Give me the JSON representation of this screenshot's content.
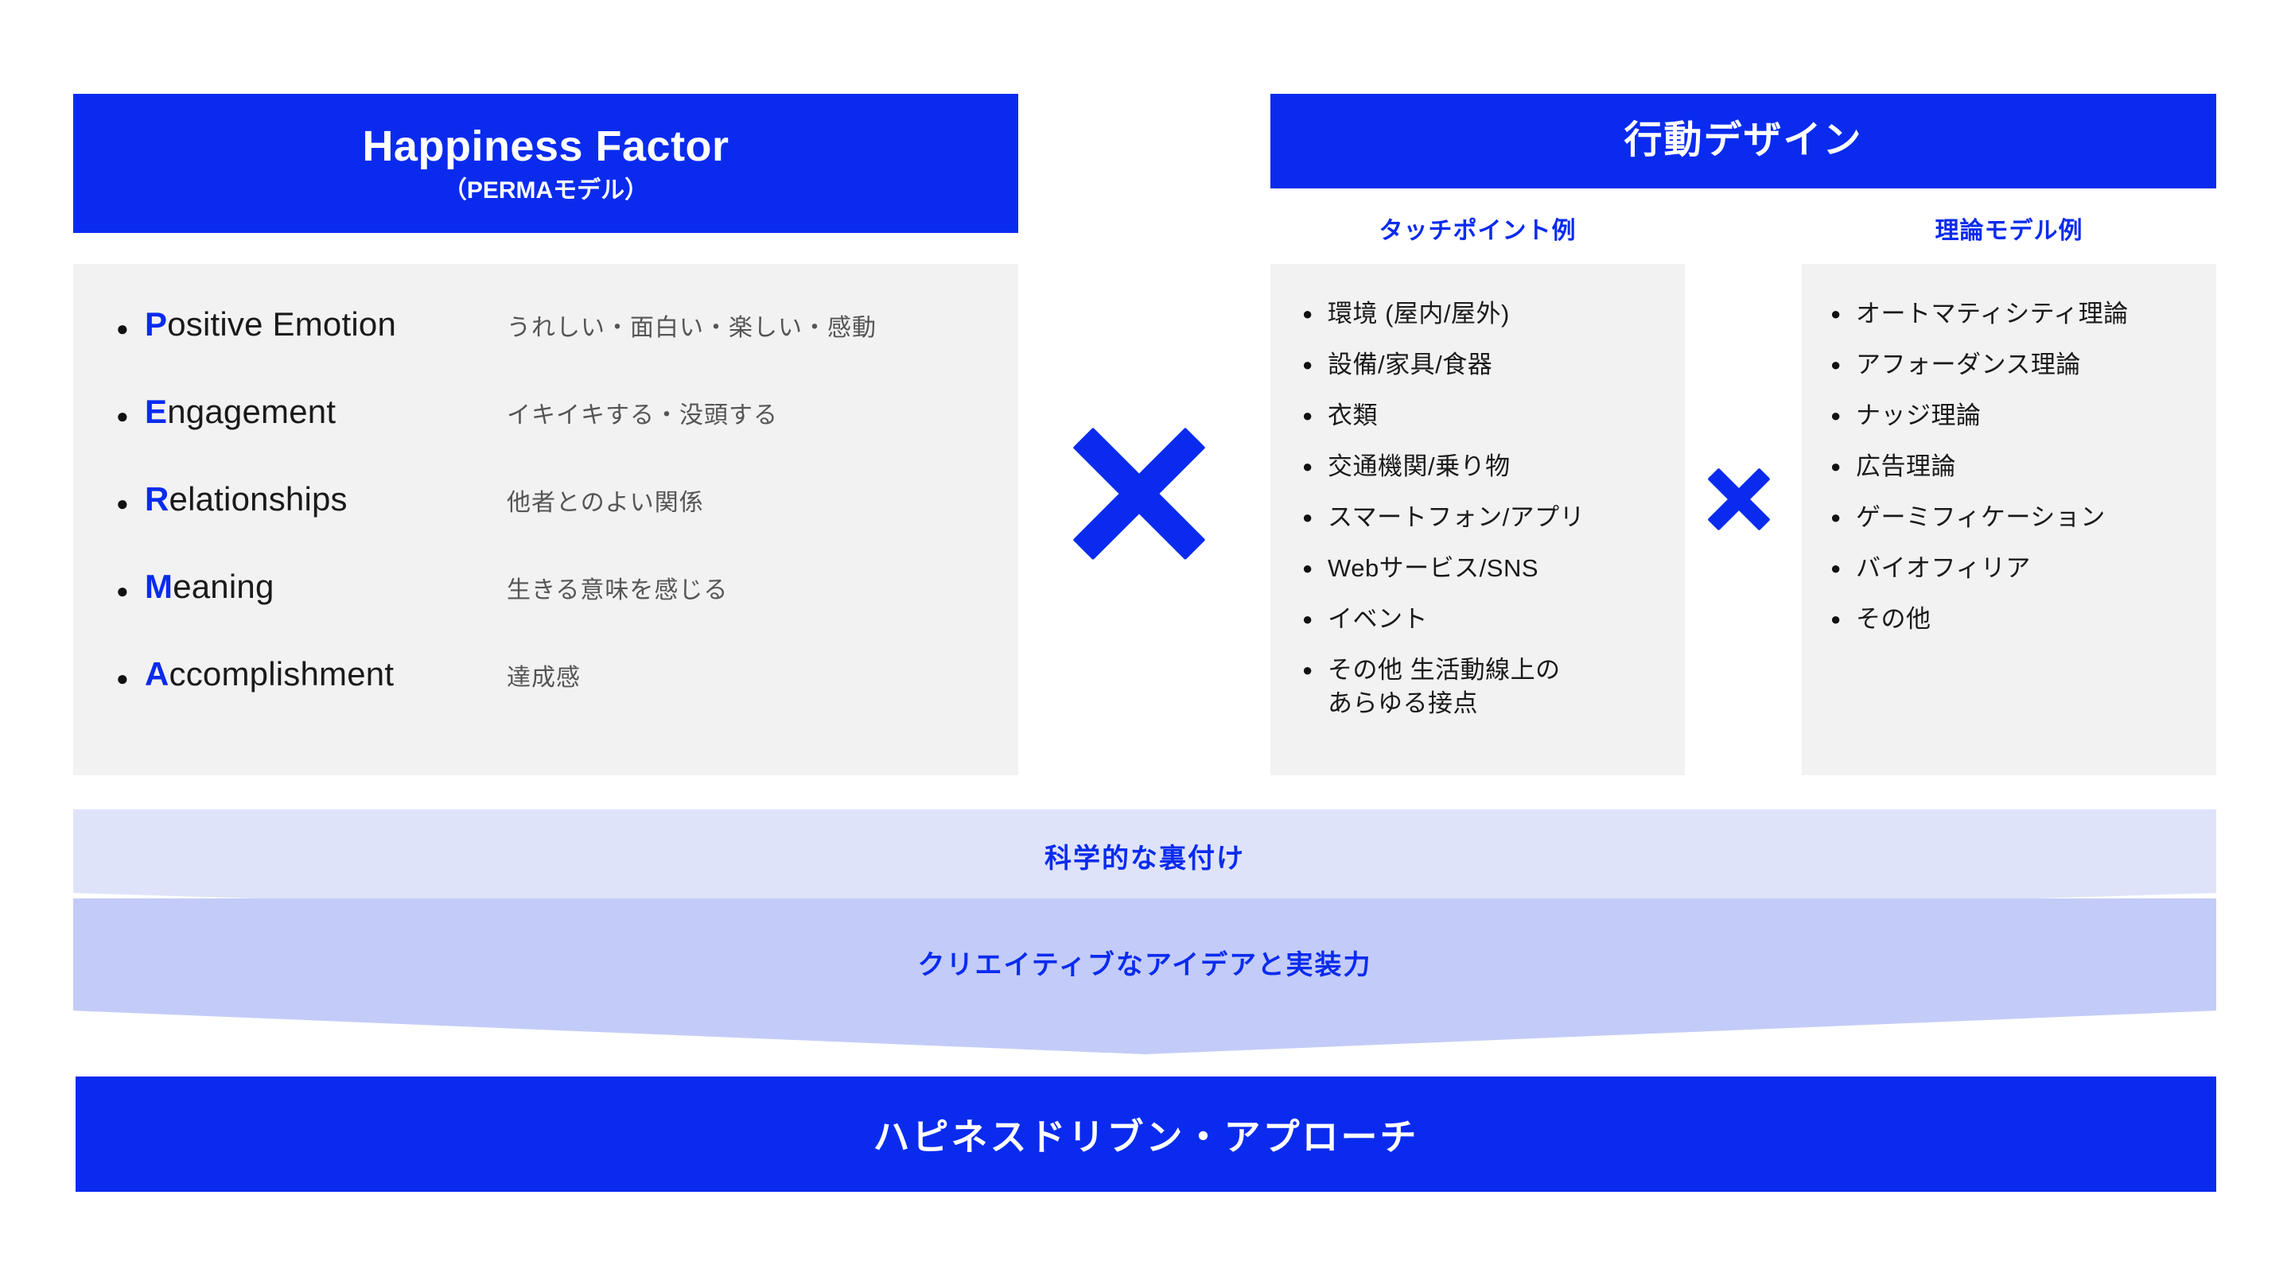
{
  "left_panel": {
    "header": {
      "title": "Happiness Factor",
      "subtitle": "（PERMAモデル）"
    },
    "items": [
      {
        "initial": "P",
        "rest": "ositive Emotion",
        "desc": "うれしい・面白い・楽しい・感動"
      },
      {
        "initial": "E",
        "rest": "ngagement",
        "desc": "イキイキする・没頭する"
      },
      {
        "initial": "R",
        "rest": "elationships",
        "desc": "他者とのよい関係"
      },
      {
        "initial": "M",
        "rest": "eaning",
        "desc": "生きる意味を感じる"
      },
      {
        "initial": "A",
        "rest": "ccomplishment",
        "desc": "達成感"
      }
    ]
  },
  "right_panel": {
    "header": {
      "title": "行動デザイン"
    },
    "touchpoints": {
      "heading": "タッチポイント例",
      "items": [
        "環境 (屋内/屋外)",
        "設備/家具/食器",
        "衣類",
        "交通機関/乗り物",
        "スマートフォン/アプリ",
        "Webサービス/SNS",
        "イベント",
        "その他 生活動線上の\nあらゆる接点"
      ]
    },
    "theories": {
      "heading": "理論モデル例",
      "items": [
        "オートマティシティ理論",
        "アフォーダンス理論",
        "ナッジ理論",
        "広告理論",
        "ゲーミフィケーション",
        "バイオフィリア",
        "その他"
      ]
    }
  },
  "operators": {
    "large_multiply": "multiply-cross",
    "small_multiply": "multiply-cross"
  },
  "bands": [
    {
      "label": "科学的な裏付け",
      "color": "#dfe3fa"
    },
    {
      "label": "クリエイティブなアイデアと実装力",
      "color": "#c3ccf8"
    }
  ],
  "bottom_banner": {
    "label": "ハピネスドリブン・アプローチ",
    "color": "#0a2bee"
  },
  "colors": {
    "brand_blue": "#0a2bee",
    "panel_gray": "#f2f2f2",
    "band_light": "#dfe3fa",
    "band_mid": "#c3ccf8",
    "text_dark": "#1a1a1a",
    "text_muted": "#555555"
  }
}
